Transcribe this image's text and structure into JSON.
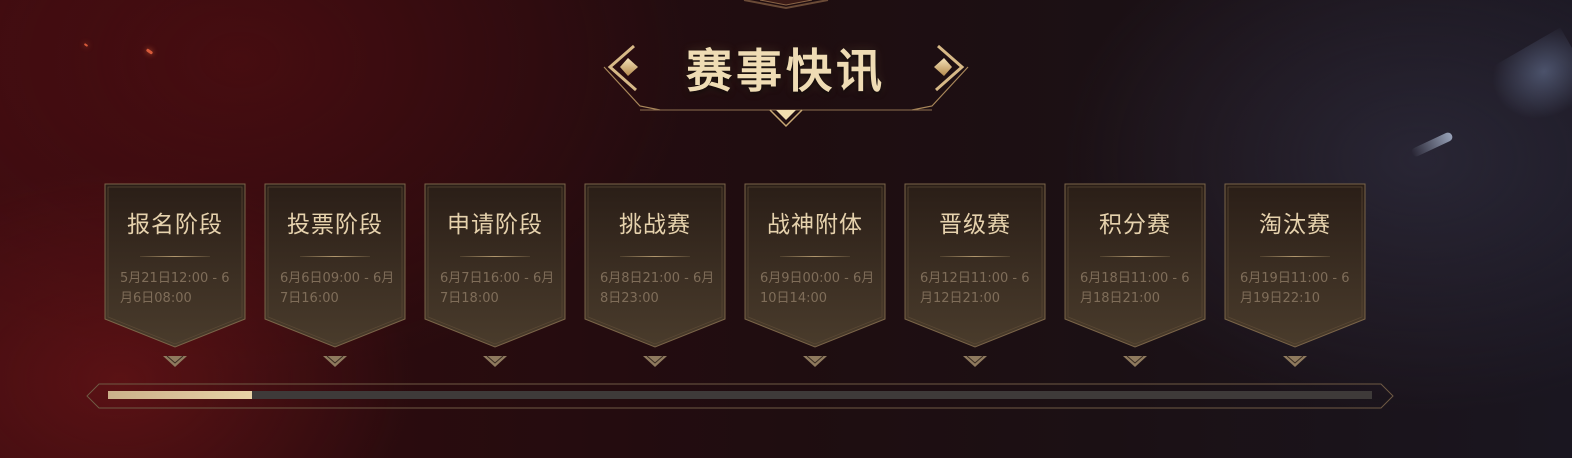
{
  "section": {
    "title": "赛事快讯"
  },
  "stages": [
    {
      "name": "报名阶段",
      "time": "5月21日12:00 - 6月6日08:00"
    },
    {
      "name": "投票阶段",
      "time": "6月6日09:00 - 6月7日16:00"
    },
    {
      "name": "申请阶段",
      "time": "6月7日16:00 - 6月7日18:00"
    },
    {
      "name": "挑战赛",
      "time": "6月8日21:00 - 6月8日23:00"
    },
    {
      "name": "战神附体",
      "time": "6月9日00:00 - 6月10日14:00"
    },
    {
      "name": "晋级赛",
      "time": "6月12日11:00 - 6月12日21:00"
    },
    {
      "name": "积分赛",
      "time": "6月18日11:00 - 6月18日21:00"
    },
    {
      "name": "淘汰赛",
      "time": "6月19日11:00 - 6月19日22:10"
    }
  ],
  "progress": {
    "value": 0.114
  },
  "colors": {
    "gold": "#efdcb4",
    "card_text": "#e6d2ad",
    "time_text": "#7f6d59",
    "progress_fill": "#d9c096",
    "progress_track": "#3e3a39"
  }
}
